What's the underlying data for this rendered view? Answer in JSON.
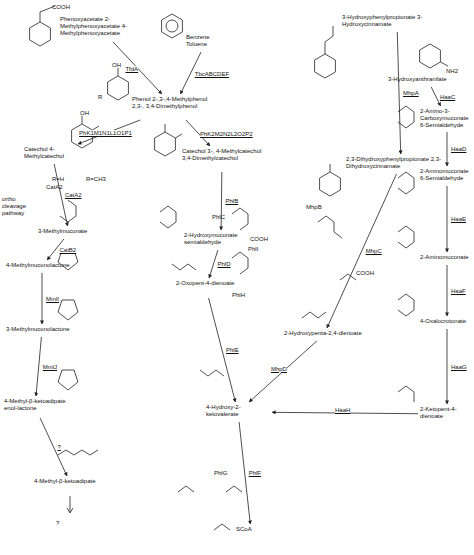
{
  "diagram": {
    "nodes": [
      {
        "text": [
          "Phenoxyacetate 2-Methylphenoxyacetate 4-Methylphenoxyacetate"
        ]
      },
      {
        "text": [
          "Benzene Toluene"
        ]
      },
      {
        "text": [
          "Phenol 2-,3-,4-Methylphenol 2,3-, 3,4-Dimethylphenol"
        ]
      },
      {
        "text": [
          "Catechol 4-Methylcatechol"
        ]
      },
      {
        "text": [
          "Catechol 3-, 4-Methylcatechol 3,4-Dimethylcatechol"
        ]
      },
      {
        "text": [
          "3-Methylmuconate"
        ]
      },
      {
        "text": [
          "4-Methylmuconolactone"
        ]
      },
      {
        "text": [
          "3-Methylmuconolactone"
        ]
      },
      {
        "text": [
          "4-Methyl-β-ketoadipate enol-lactone"
        ]
      },
      {
        "text": [
          "4-Methyl-β-ketoadipate"
        ]
      },
      {
        "text": [
          "2-Hydroxymuconate semialdehyde"
        ]
      },
      {
        "text": [
          "2-Oxopent-4-dienoate"
        ]
      },
      {
        "text": [
          "4-Hydroxy-2-ketovalerate"
        ]
      },
      {
        "text": [
          "SCoA"
        ]
      },
      {
        "text": [
          "3-Hydroxyphenylpropionate 3-Hydroxycinnamate"
        ]
      },
      {
        "text": [
          "2,3-Dihydroxyphenylpropionate 2,3-Dihydroxycinnamate"
        ]
      },
      {
        "text": [
          "2-Hydroxypenta-2,4-dienoate"
        ]
      },
      {
        "text": [
          "3-Hydroxyanthranilate"
        ]
      },
      {
        "text": [
          "2-Amino-3-Carboxymuconate 6-Semialdehyde"
        ]
      },
      {
        "text": [
          "2-Aminomuconate 6-Semialdehyde"
        ]
      },
      {
        "text": [
          "2-Aminomuconate"
        ]
      },
      {
        "text": [
          "4-Oxalocrotonate"
        ]
      },
      {
        "text": [
          "2-Ketopent-4-dienoate"
        ]
      }
    ],
    "edges": [
      {
        "from": 0,
        "to": 2,
        "arrow": "to",
        "label": "TfdA"
      },
      {
        "from": 1,
        "to": 2,
        "arrow": "to",
        "label": "TbcABCDEF"
      },
      {
        "from": 2,
        "to": 3,
        "arrow": "to",
        "label": "PhK1M1N1L1O1P1"
      },
      {
        "from": 2,
        "to": 4,
        "arrow": "to",
        "label": "PhK2M2N2L2O2P2"
      },
      {
        "from": 3,
        "to": 5,
        "arrow": "to",
        "label": "CatA2"
      },
      {
        "from": 5,
        "to": 6,
        "arrow": "to",
        "label": "CatB2"
      },
      {
        "from": 6,
        "to": 7,
        "arrow": "to",
        "label": "MmlI"
      },
      {
        "from": 7,
        "to": 8,
        "arrow": "to",
        "label": "MmlJ"
      },
      {
        "from": 8,
        "to": 9,
        "arrow": "to",
        "label": "?"
      },
      {
        "from": 4,
        "to": 10,
        "arrow": "to",
        "label": "PhlB"
      },
      {
        "from": 10,
        "to": 11,
        "arrow": "to",
        "label": "PhlD"
      },
      {
        "from": 11,
        "to": 12,
        "arrow": "to",
        "label": "PhlE"
      },
      {
        "from": 12,
        "to": 13,
        "arrow": "to",
        "label": "PhlF"
      },
      {
        "from": 14,
        "to": 15,
        "arrow": "to",
        "label": "MhpA"
      },
      {
        "from": 15,
        "to": 16,
        "arrow": "to",
        "label": "MhpC"
      },
      {
        "from": 16,
        "to": 12,
        "arrow": "to",
        "label": "MhpD"
      },
      {
        "from": 17,
        "to": 18,
        "arrow": "to",
        "label": "HaaC"
      },
      {
        "from": 18,
        "to": 19,
        "arrow": "to",
        "label": "HaaD"
      },
      {
        "from": 19,
        "to": 20,
        "arrow": "to",
        "label": "HaaE"
      },
      {
        "from": 20,
        "to": 21,
        "arrow": "to",
        "label": "HaaF"
      },
      {
        "from": 21,
        "to": 22,
        "arrow": "to",
        "label": "HaaG"
      },
      {
        "from": 22,
        "to": 12,
        "arrow": "to",
        "label": "HaaH"
      }
    ],
    "labels": [
      "R=H",
      "CatA2",
      "R=CH3",
      "ortho cleavage pathway",
      "?",
      "PhlC",
      "PhlI",
      "PhlH",
      "MhpB",
      "PhlG",
      "COOH",
      "OH",
      "R",
      "NH2",
      "COOH",
      "COOH",
      "OH"
    ]
  }
}
